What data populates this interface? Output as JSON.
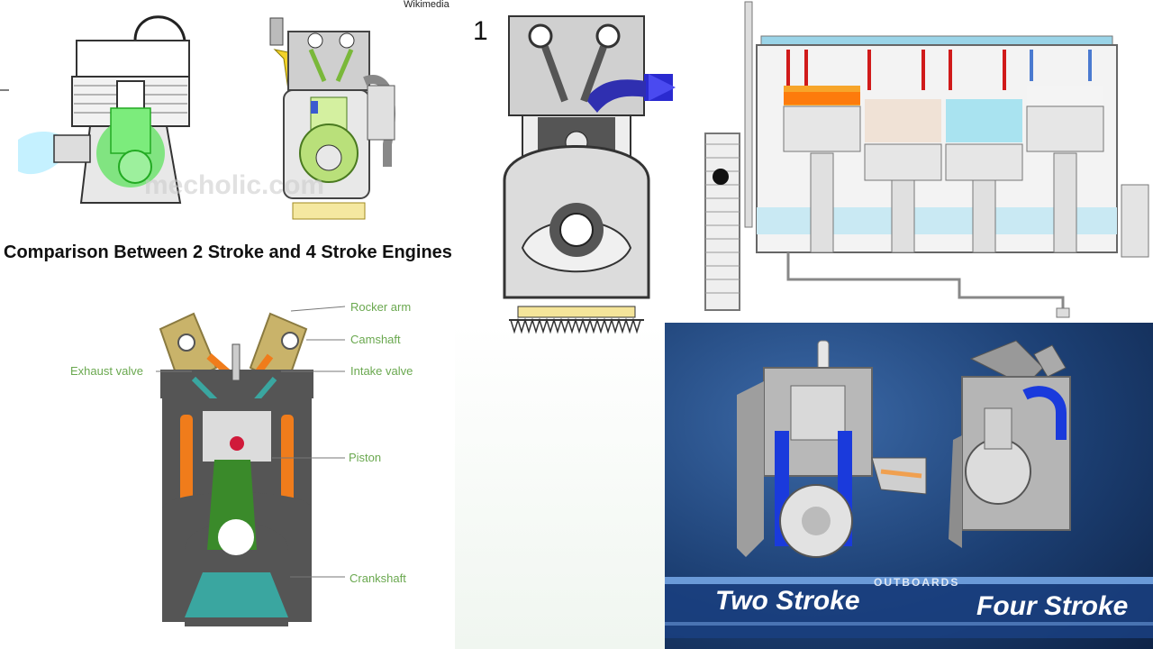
{
  "panel_comparison": {
    "source": "Wikimedia",
    "watermark": "mecholic.com",
    "caption": "Comparison Between 2 Stroke and 4 Stroke Engines"
  },
  "panel_cycle": {
    "frame_number": "1"
  },
  "panel_anatomy": {
    "labels": {
      "rocker_arm": "Rocker arm",
      "camshaft": "Camshaft",
      "exhaust_valve": "Exhaust valve",
      "intake_valve": "Intake valve",
      "piston": "Piston",
      "crankshaft": "Crankshaft"
    }
  },
  "panel_outboards": {
    "banner": "OUTBOARDS",
    "left_title": "Two Stroke",
    "right_title": "Four Stroke"
  },
  "colors": {
    "label_green": "#6aa84f",
    "anatomy_orange": "#f07c1b",
    "anatomy_olive": "#c9b36a",
    "rod_green": "#3a8a2a",
    "crank_teal": "#3aa6a0",
    "intake_blue": "#2a2ad0",
    "outboard_bg": "#1c3f73",
    "engine_coolant": "#9ad4e8"
  }
}
